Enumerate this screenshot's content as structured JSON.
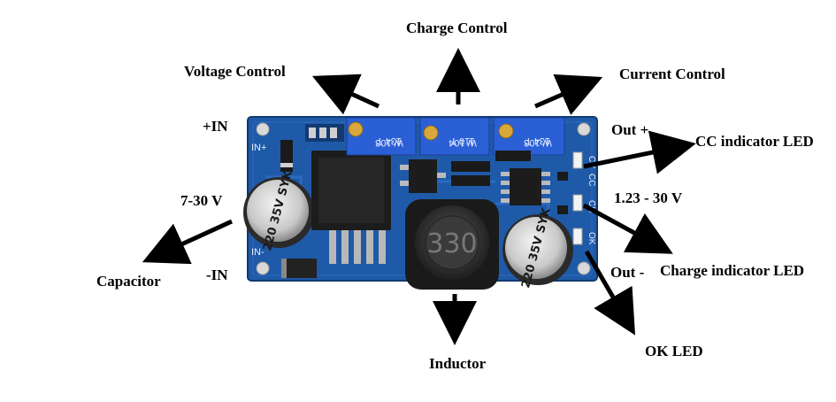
{
  "labels": {
    "charge_control": "Charge Control",
    "voltage_control": "Voltage Control",
    "current_control": "Current Control",
    "plus_in": "+IN",
    "out_plus": "Out +",
    "cc_indicator_led": "CC indicator LED",
    "voltage_in": "7-30 V",
    "voltage_out": "1.23 - 30 V",
    "capacitor": "Capacitor",
    "minus_in": "-IN",
    "out_minus": "Out -",
    "charge_indicator_led": "Charge indicator LED",
    "inductor": "Inductor",
    "ok_led": "OK LED"
  },
  "board": {
    "silkscreen_in_plus": "IN+",
    "silkscreen_in_minus": "IN-",
    "silkscreen_cv": "CV",
    "silkscreen_cc": "CC",
    "silkscreen_ch": "CH",
    "silkscreen_ok": "OK",
    "pot1_code": "W 103",
    "pot1_sub": "134 T",
    "pot2_code": "W 104",
    "pot2_sub": "110 T",
    "pot3_code": "W 103",
    "pot3_sub": "134 T",
    "cap_left_text": "220 35V SYK",
    "cap_right_text": "220 35V SYK",
    "inductor_code": "330"
  },
  "colors": {
    "pcb": "#1f5aa8",
    "pcb_dark": "#163f7a",
    "pot_blue": "#2a5fd6",
    "arrow": "#000000"
  }
}
